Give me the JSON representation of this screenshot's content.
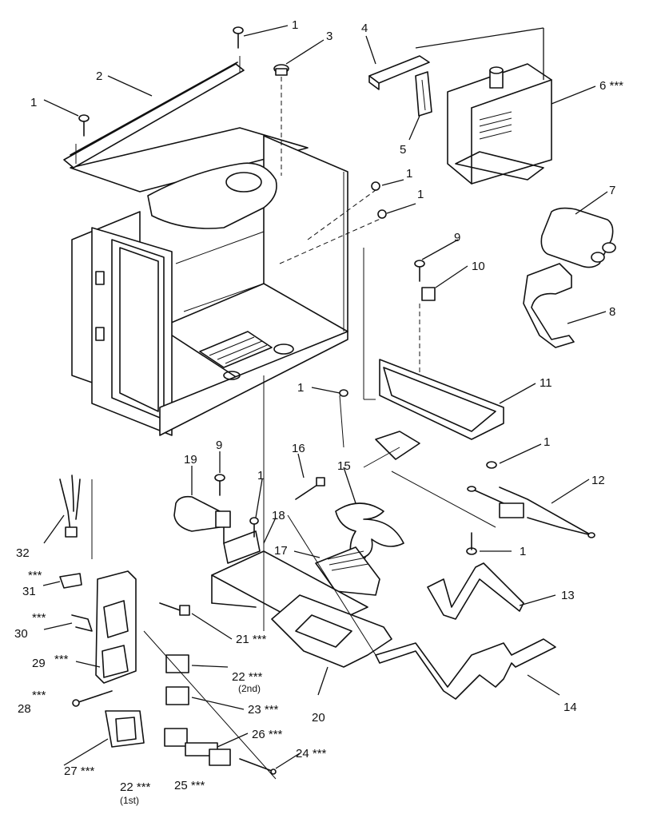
{
  "callouts": {
    "c1_top": "1",
    "c1_left": "1",
    "c2": "2",
    "c3": "3",
    "c4": "4",
    "c5": "5",
    "c6": "6 ***",
    "c1_mid_a": "1",
    "c1_mid_b": "1",
    "c7": "7",
    "c8": "8",
    "c9_upper": "9",
    "c10": "10",
    "c11": "11",
    "c1_center": "1",
    "c1_right": "1",
    "c12": "12",
    "c1_lower_right": "1",
    "c9_lower": "9",
    "c16": "16",
    "c15": "15",
    "c19": "19",
    "c1_lower_mid": "1",
    "c18": "18",
    "c17": "17",
    "c13": "13",
    "c14": "14",
    "c20": "20",
    "c32": "32",
    "c31": "31",
    "c30": "30",
    "c29": "29",
    "c28": "28",
    "c27": "27 ***",
    "c21": "21 ***",
    "c22_2nd": "22 ***",
    "c22_2nd_note": "(2nd)",
    "c23": "23 ***",
    "c26": "26 ***",
    "c24": "24 ***",
    "c22_1st": "22 ***",
    "c22_1st_note": "(1st)",
    "c25": "25 ***",
    "c31_stars": "***",
    "c30_stars": "***",
    "c29_stars": "***",
    "c28_stars": "***"
  }
}
